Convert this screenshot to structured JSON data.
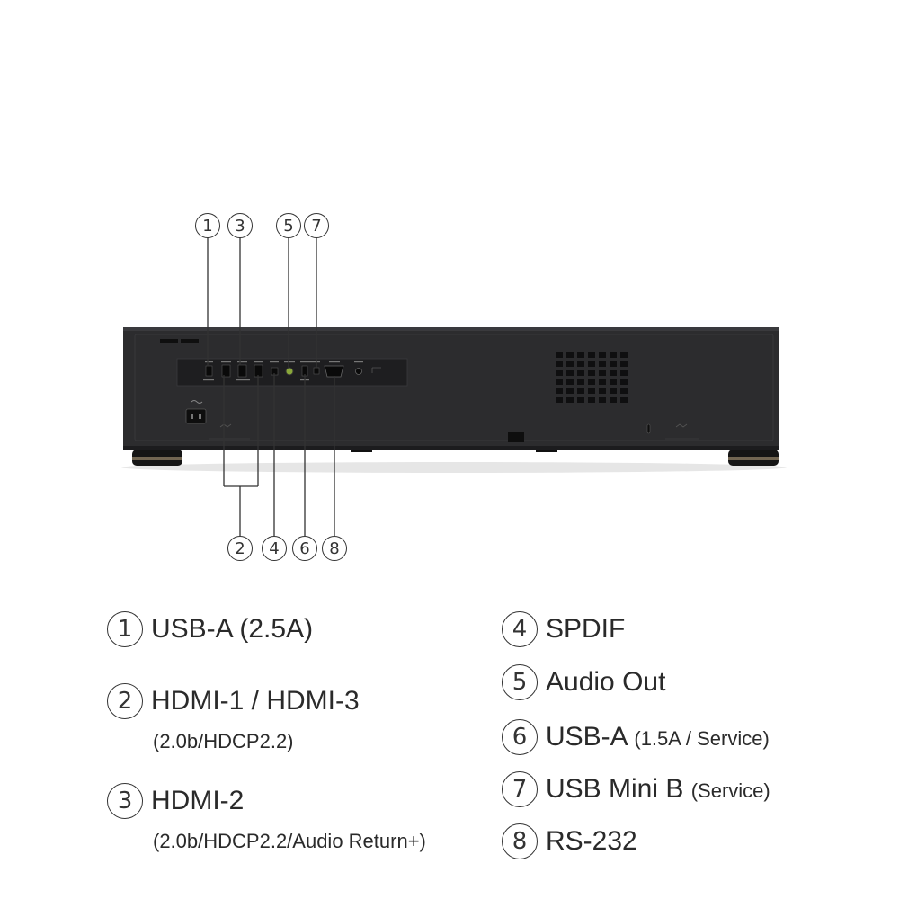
{
  "callouts": {
    "top": [
      "1",
      "3",
      "5",
      "7"
    ],
    "bottom": [
      "2",
      "4",
      "6",
      "8"
    ]
  },
  "legend": [
    {
      "num": "1",
      "label": "USB-A",
      "detail": "(2.5A)",
      "sub": ""
    },
    {
      "num": "2",
      "label": "HDMI-1 / HDMI-3",
      "detail": "",
      "sub": "(2.0b/HDCP2.2)"
    },
    {
      "num": "3",
      "label": "HDMI-2",
      "detail": "",
      "sub": "(2.0b/HDCP2.2/Audio Return+)"
    },
    {
      "num": "4",
      "label": "SPDIF",
      "detail": "",
      "sub": ""
    },
    {
      "num": "5",
      "label": "Audio Out",
      "detail": "",
      "sub": ""
    },
    {
      "num": "6",
      "label": "USB-A",
      "detail": "(1.5A / Service)",
      "sub": ""
    },
    {
      "num": "7",
      "label": "USB Mini B",
      "detail": "(Service)",
      "sub": ""
    },
    {
      "num": "8",
      "label": "RS-232",
      "detail": "",
      "sub": ""
    }
  ],
  "colors": {
    "body": "#2c2c2e",
    "body_edge": "#1c1c1e",
    "panel": "#1e1e20",
    "line": "#333333",
    "foot_ring": "#8a7a62"
  },
  "icons": [
    "power-inlet-icon",
    "vent-grille-icon",
    "kensington-lock-icon"
  ]
}
